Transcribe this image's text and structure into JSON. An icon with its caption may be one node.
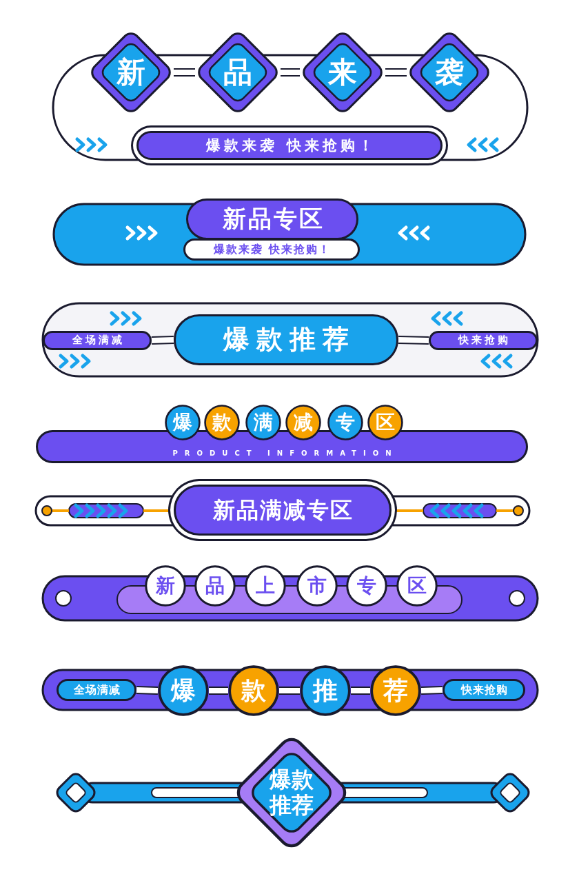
{
  "diagram": {
    "nodes": [
      {
        "text": [
          "新"
        ]
      },
      {
        "text": [
          "品"
        ]
      },
      {
        "text": [
          "来"
        ]
      },
      {
        "text": [
          "袭"
        ]
      },
      {
        "text": [
          "爆款来袭 快来抢购！"
        ]
      },
      {
        "text": [
          "新品专区"
        ]
      },
      {
        "text": [
          "爆款来袭 快来抢购！"
        ]
      },
      {
        "text": [
          "全场满减"
        ]
      },
      {
        "text": [
          "爆款推荐"
        ]
      },
      {
        "text": [
          "快来抢购"
        ]
      },
      {
        "text": [
          "PRODUCT INFORMATION"
        ]
      },
      {
        "text": [
          "爆"
        ]
      },
      {
        "text": [
          "款"
        ]
      },
      {
        "text": [
          "满"
        ]
      },
      {
        "text": [
          "减"
        ]
      },
      {
        "text": [
          "专"
        ]
      },
      {
        "text": [
          "区"
        ]
      },
      {
        "text": [
          "新品满减专区"
        ]
      },
      {
        "text": [
          "新"
        ]
      },
      {
        "text": [
          "品"
        ]
      },
      {
        "text": [
          "上"
        ]
      },
      {
        "text": [
          "市"
        ]
      },
      {
        "text": [
          "专"
        ]
      },
      {
        "text": [
          "区"
        ]
      },
      {
        "text": [
          "全场满减"
        ]
      },
      {
        "text": [
          "爆"
        ]
      },
      {
        "text": [
          "款"
        ]
      },
      {
        "text": [
          "推"
        ]
      },
      {
        "text": [
          "荐"
        ]
      },
      {
        "text": [
          "快来抢购"
        ]
      },
      {
        "text": [
          "爆款推荐"
        ]
      }
    ],
    "edges": [
      {
        "from": 0,
        "to": 1,
        "arrow": "none"
      },
      {
        "from": 1,
        "to": 2,
        "arrow": "none"
      },
      {
        "from": 2,
        "to": 3,
        "arrow": "none"
      },
      {
        "from": 7,
        "to": 8,
        "arrow": "none"
      },
      {
        "from": 8,
        "to": 9,
        "arrow": "none"
      },
      {
        "from": 24,
        "to": 25,
        "arrow": "none"
      },
      {
        "from": 25,
        "to": 26,
        "arrow": "none"
      },
      {
        "from": 26,
        "to": 27,
        "arrow": "none"
      },
      {
        "from": 27,
        "to": 28,
        "arrow": "none"
      },
      {
        "from": 28,
        "to": 29,
        "arrow": "none"
      }
    ]
  }
}
